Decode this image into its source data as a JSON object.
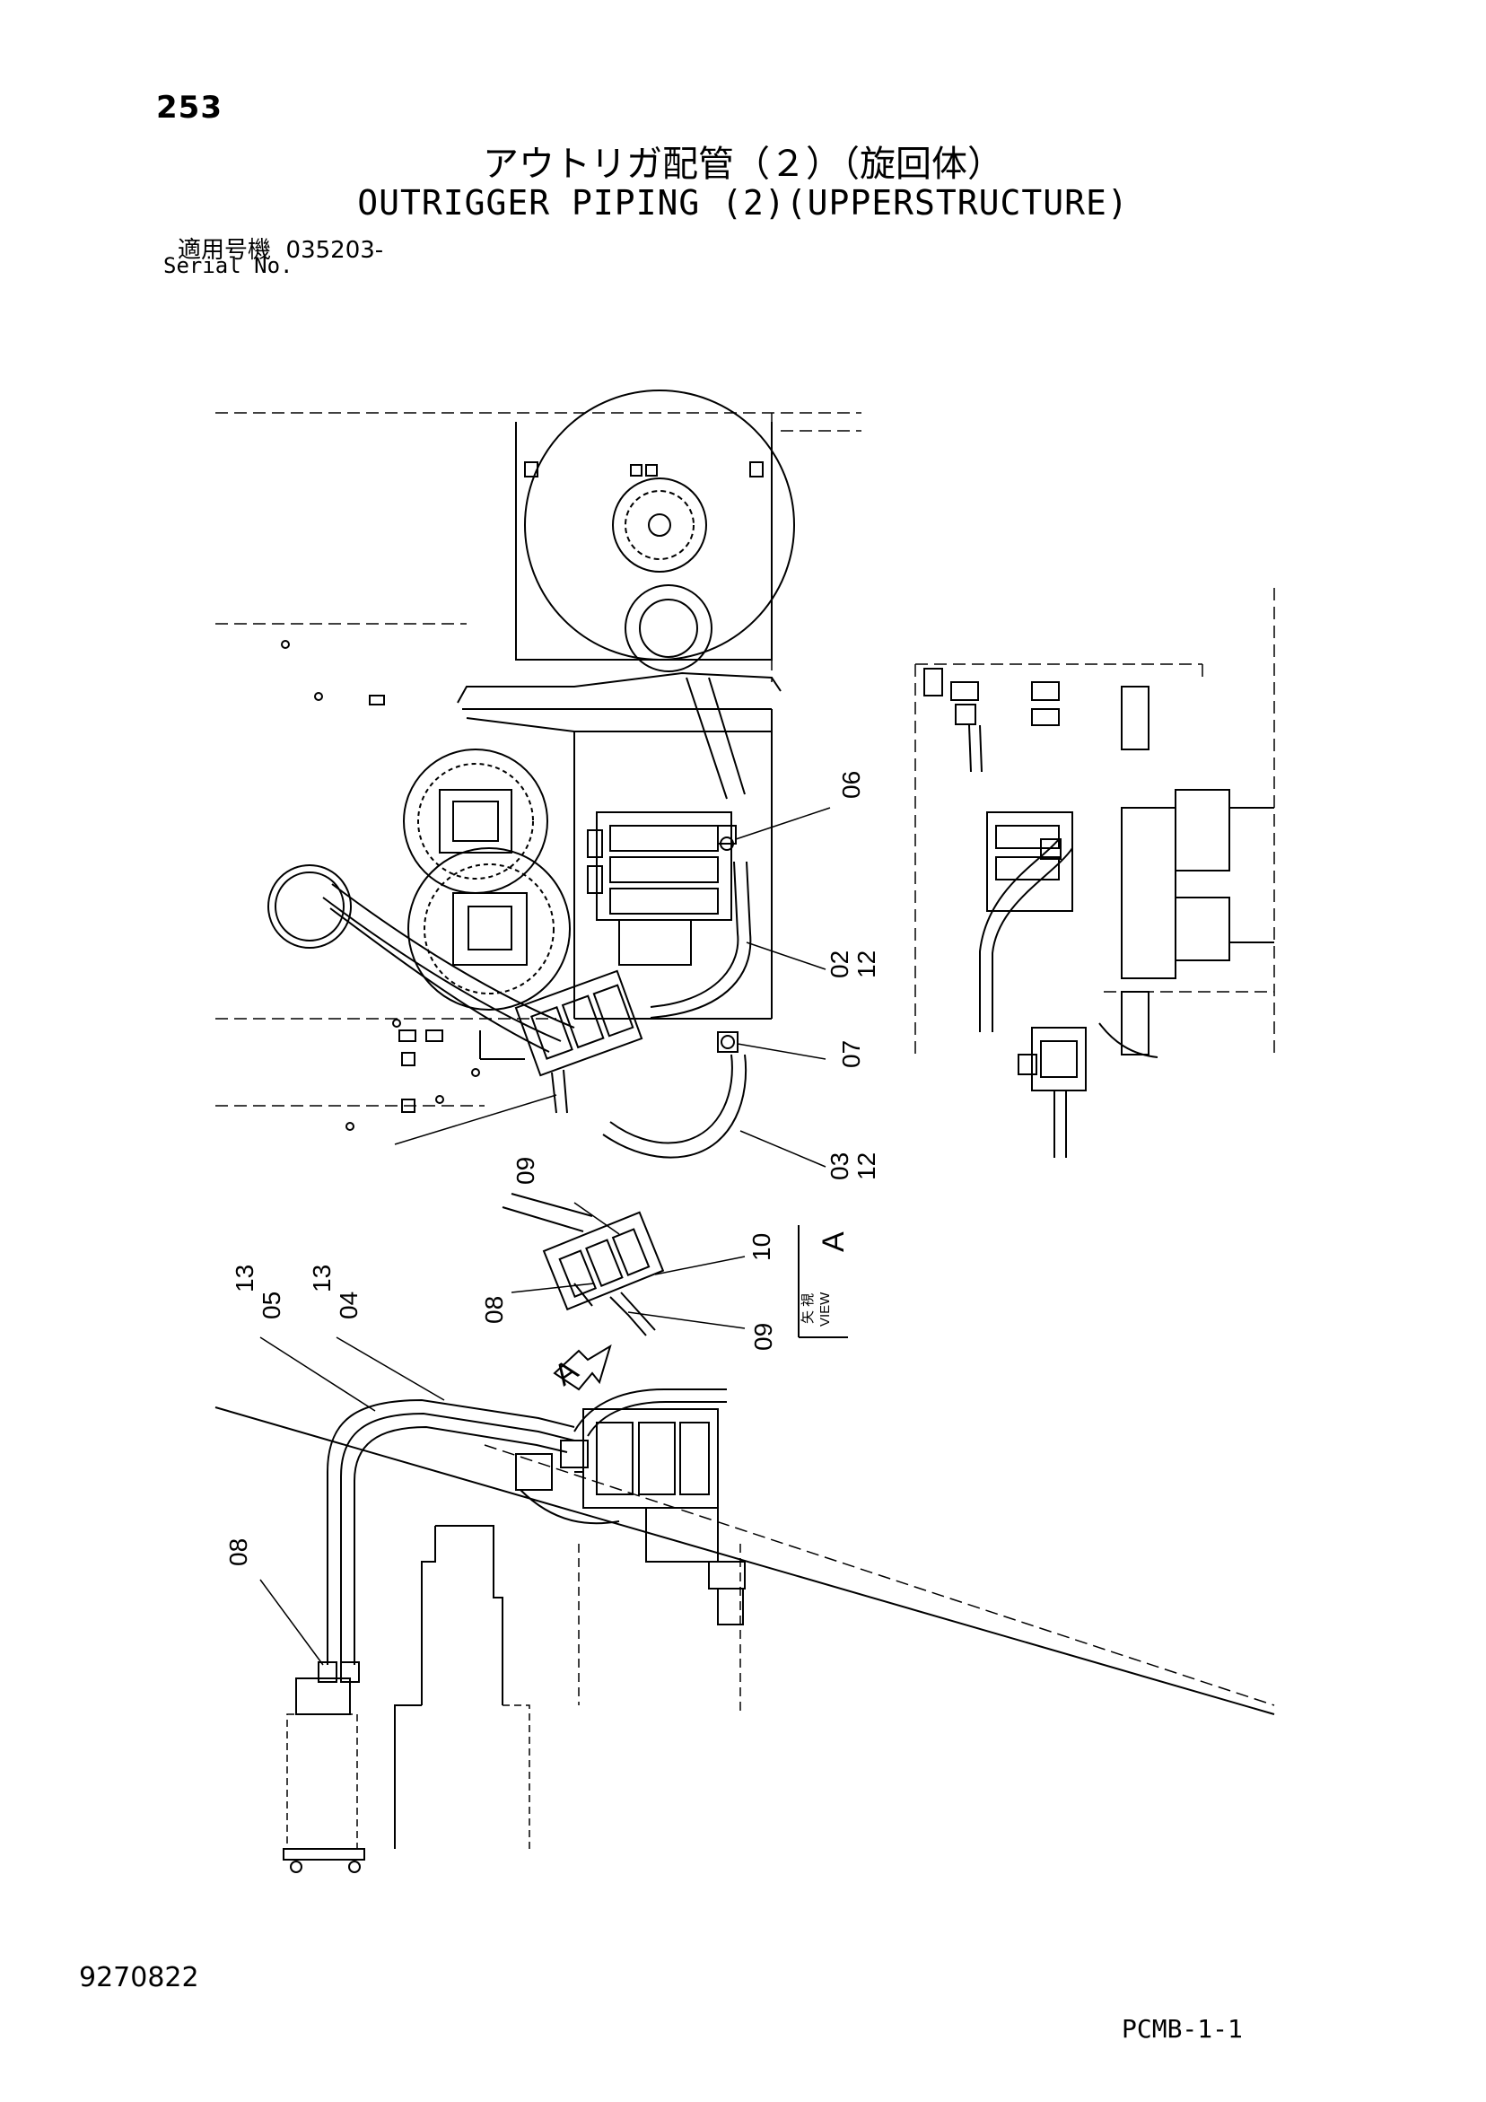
{
  "header": {
    "page_number": "253",
    "title_jp": "アウトリガ配管（２）（旋回体）",
    "title_en": "OUTRIGGER PIPING (2)(UPPERSTRUCTURE)",
    "serial_label_jp": "適用号機",
    "serial_value": "035203-",
    "serial_label_en": "Serial No."
  },
  "callouts": {
    "c06": "06",
    "c02": "02",
    "c12a": "12",
    "c07": "07",
    "c03": "03",
    "c12b": "12",
    "c09a": "09",
    "c10": "10",
    "c08a": "08",
    "c09b": "09",
    "c13a": "13",
    "c05": "05",
    "c13b": "13",
    "c04": "04",
    "c08b": "08"
  },
  "view_label": {
    "jp": "矢 視",
    "en": "VIEW",
    "letter": "A",
    "arrow_letter": "A"
  },
  "footer": {
    "doc_number": "9270822",
    "code": "PCMB-1-1"
  }
}
